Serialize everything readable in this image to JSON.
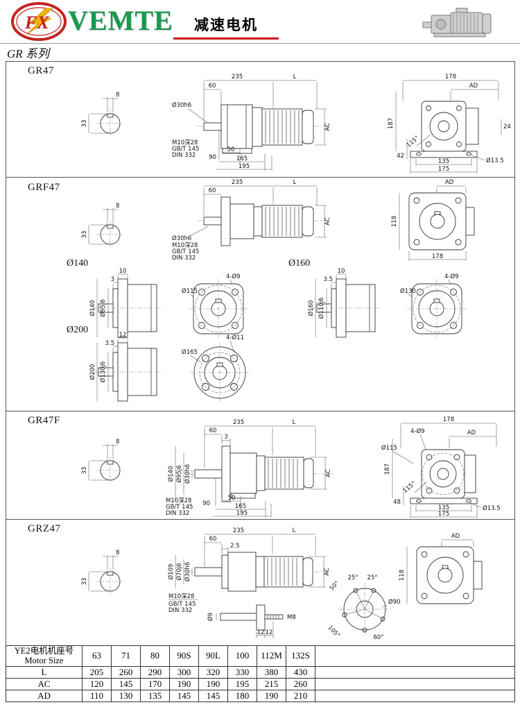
{
  "colors": {
    "brand_green": "#18994d",
    "accent_red": "#cc1111",
    "line": "#333333"
  },
  "header": {
    "logo_text": "FX",
    "brand": "VEMTE",
    "title": "减速电机",
    "series": "GR 系列"
  },
  "sections": {
    "gr47": {
      "label": "GR47",
      "shaft": {
        "key_w": "8",
        "dia": "33"
      },
      "front": {
        "len235": "235",
        "lenL": "L",
        "len60": "60",
        "shaft_dia": "Ø30h6",
        "ac": "AC",
        "tap": "M10深28",
        "std1": "GB/T 145",
        "std2": "DIN 332",
        "d90": "90",
        "d50": "50",
        "d165": "165",
        "d195": "195"
      },
      "side": {
        "w178": "178",
        "ad": "AD",
        "h187": "187",
        "ang115": "115°",
        "h42": "42",
        "d24": "24",
        "hole": "Ø13.5",
        "b135": "135",
        "b175": "175"
      }
    },
    "grf47": {
      "label": "GRF47",
      "shaft": {
        "key_w": "8",
        "dia": "33"
      },
      "front": {
        "len235": "235",
        "lenL": "L",
        "len60": "60",
        "shaft_dia": "Ø30h6",
        "ac": "AC",
        "tap": "M10深28",
        "std1": "GB/T 145",
        "std2": "DIN 332"
      },
      "side": {
        "ad": "AD",
        "h118": "118",
        "b178": "178"
      }
    },
    "flanges": [
      {
        "label": "Ø140",
        "t1": "10",
        "t2": "3",
        "outer": "Ø140",
        "spigot": "Ø95j6",
        "bolt_circle": "Ø115",
        "holes": "4-Ø9"
      },
      {
        "label": "Ø160",
        "t1": "10",
        "t2": "3.5",
        "outer": "Ø160",
        "spigot": "Ø110j6",
        "bolt_circle": "Ø130",
        "holes": "4-Ø9"
      },
      {
        "label": "Ø200",
        "t1": "12",
        "t2": "3.5",
        "outer": "Ø200",
        "spigot": "Ø130j6",
        "bolt_circle": "Ø165",
        "holes": "4-Ø11"
      }
    ],
    "gr47f": {
      "label": "GR47F",
      "shaft": {
        "key_w": "8",
        "dia": "33"
      },
      "front": {
        "len235": "235",
        "lenL": "L",
        "len60": "60",
        "len3": "3",
        "fl_outer": "Ø140",
        "fl_spigot": "Ø95j6",
        "shaft_dia": "Ø30h6",
        "ac": "AC",
        "tap": "M10深28",
        "std1": "GB/T 145",
        "std2": "DIN 332",
        "d90": "90",
        "d50": "50",
        "d165": "165",
        "d195": "195"
      },
      "side": {
        "w178": "178",
        "holes": "4-Ø9",
        "ad": "AD",
        "bolt_circle": "Ø115",
        "h187": "187",
        "ang115": "115°",
        "h48": "48",
        "hole": "Ø13.5",
        "b135": "135",
        "b175": "175"
      }
    },
    "grz47": {
      "label": "GRZ47",
      "shaft": {
        "key_w": "8",
        "dia": "33"
      },
      "front": {
        "len235": "235",
        "lenL": "L",
        "len60": "60",
        "len25": "2.5",
        "fl_outer": "Ø109",
        "fl_spigot": "Ø70j6",
        "shaft_dia": "Ø30h6",
        "ac": "AC",
        "tap": "M10深28",
        "std1": "GB/T 145",
        "std2": "DIN 332"
      },
      "side": {
        "ad": "AD",
        "h118": "118"
      },
      "face": {
        "ang50": "50°",
        "ang25a": "25°",
        "ang25b": "25°",
        "d90": "Ø90",
        "ang105": "105°",
        "ang60": "60°"
      },
      "bracket": {
        "d9": "Ø9",
        "w12a": "12",
        "w12b": "12",
        "m8": "M8"
      }
    }
  },
  "table": {
    "col0_line1": "YE2电机机座号",
    "col0_line2": "Motor Size",
    "columns": [
      "63",
      "71",
      "80",
      "90S",
      "90L",
      "100",
      "112M",
      "132S"
    ],
    "rows": [
      {
        "label": "L",
        "values": [
          "205",
          "260",
          "290",
          "300",
          "320",
          "330",
          "380",
          "430"
        ]
      },
      {
        "label": "AC",
        "values": [
          "120",
          "145",
          "170",
          "190",
          "190",
          "195",
          "215",
          "260"
        ]
      },
      {
        "label": "AD",
        "values": [
          "110",
          "130",
          "135",
          "145",
          "145",
          "180",
          "190",
          "210"
        ]
      }
    ]
  }
}
